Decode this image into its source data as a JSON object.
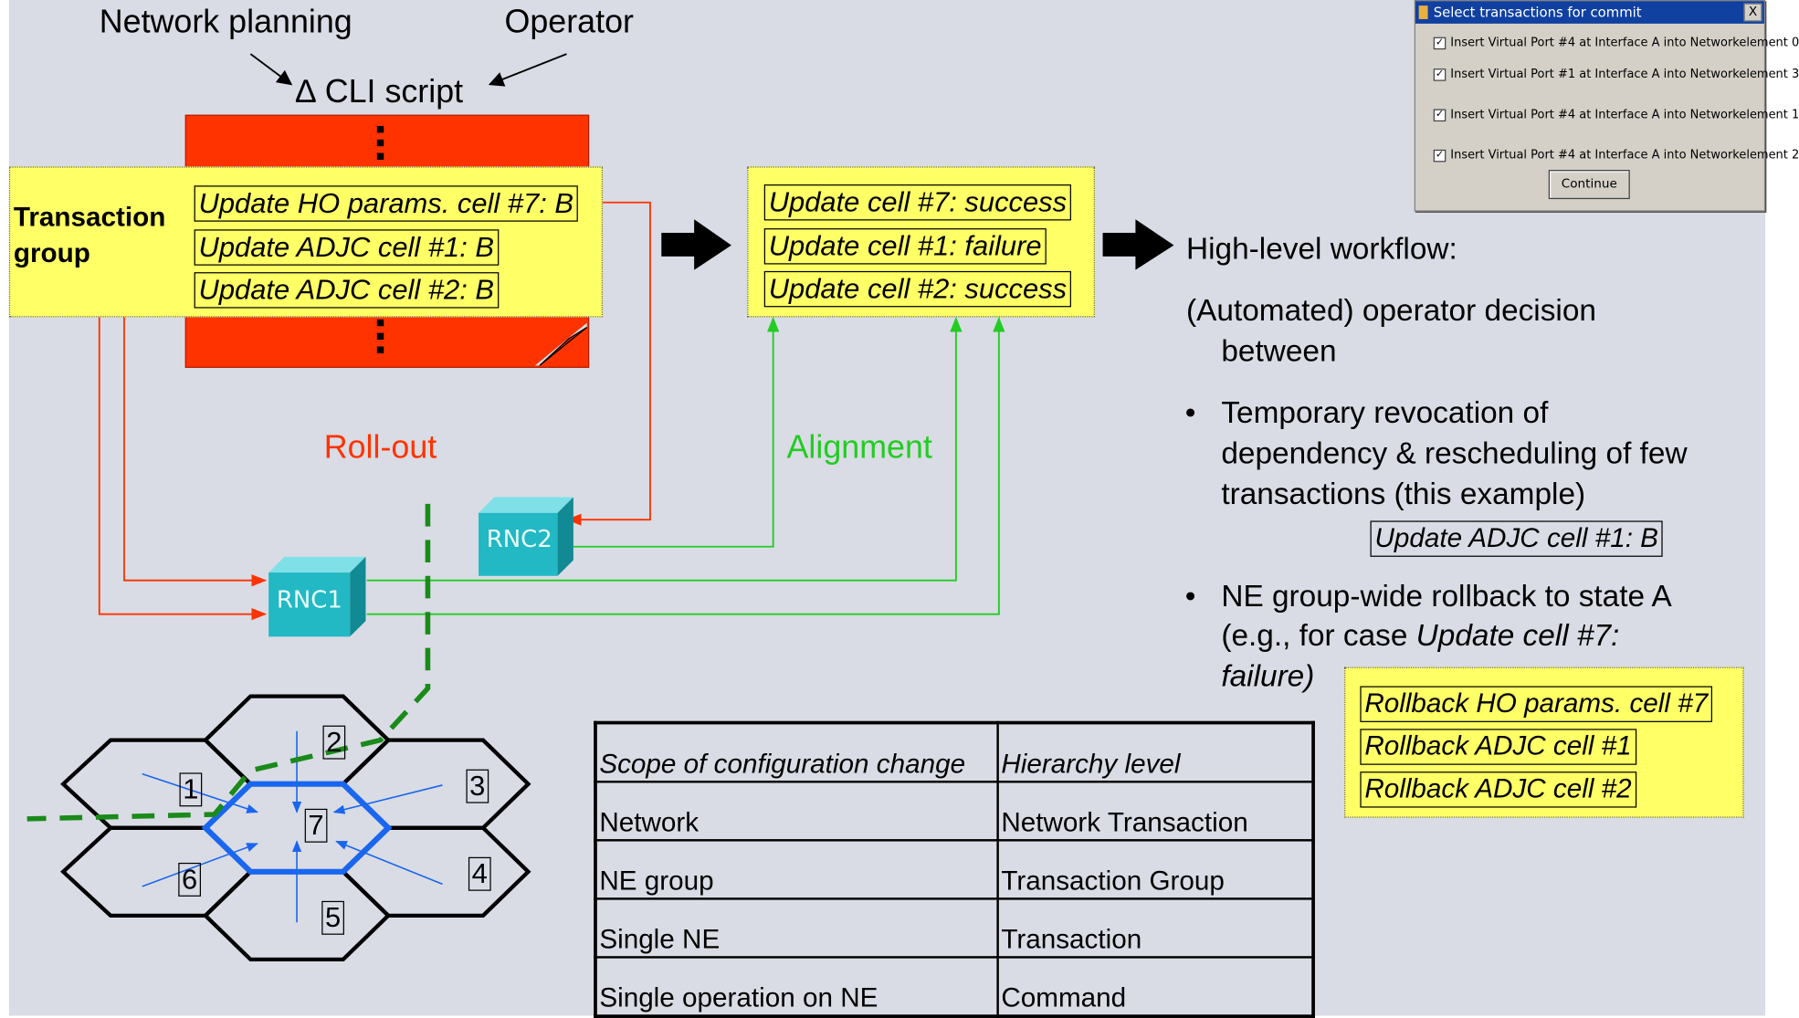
{
  "header": {
    "network_planning": "Network planning",
    "operator": "Operator",
    "cli_script": "∆ CLI script"
  },
  "transaction_group": {
    "label_line1": "Transaction",
    "label_line2": "group",
    "items": [
      "Update HO params. cell #7: B",
      "Update ADJC cell #1: B",
      "Update ADJC cell #2: B"
    ]
  },
  "results": {
    "items": [
      "Update cell #7: success",
      "Update cell #1: failure",
      "Update cell #2: success"
    ]
  },
  "labels": {
    "rollout": "Roll-out",
    "alignment": "Alignment",
    "rnc1": "RNC1",
    "rnc2": "RNC2"
  },
  "cells": [
    "1",
    "2",
    "3",
    "4",
    "5",
    "6",
    "7"
  ],
  "workflow": {
    "title": "High-level workflow:",
    "decision_line1": "(Automated) operator decision",
    "decision_line2": "between",
    "bullet1_lines": [
      "Temporary revocation of",
      "dependency & rescheduling of few",
      "transactions (this example)"
    ],
    "bullet1_box": "Update ADJC cell #1: B",
    "bullet2_line1": "NE group-wide rollback to state A",
    "bullet2_line2_prefix": "(e.g., for case ",
    "bullet2_line2_italic": "Update cell #7:",
    "bullet2_line3": "failure)",
    "rollback_items": [
      "Rollback HO params. cell #7",
      "Rollback ADJC cell #1",
      "Rollback ADJC cell #2"
    ]
  },
  "table": {
    "header": [
      "Scope of configuration change",
      "Hierarchy level"
    ],
    "rows": [
      [
        "Network",
        "Network Transaction"
      ],
      [
        "NE group",
        "Transaction Group"
      ],
      [
        "Single NE",
        "Transaction"
      ],
      [
        "Single operation on NE",
        "Command"
      ]
    ]
  },
  "dialog": {
    "title": "Select transactions for commit",
    "close": "X",
    "checked_mark": "✓",
    "items": [
      "Insert Virtual Port #4 at Interface A into Networkelement 0",
      "Insert Virtual Port #1 at Interface A into Networkelement 3",
      "Insert Virtual Port #4 at Interface A into Networkelement 1",
      "Insert Virtual Port #4 at Interface A into Networkelement 2"
    ],
    "continue_label": "Continue"
  },
  "colors": {
    "background": "#d9dce4",
    "highlight_box": "#ffff66",
    "script_page": "#ff3300",
    "rollout": "#ff3300",
    "alignment": "#22cc22",
    "rnc": "#22b8c4",
    "hex_center": "#1a66ee",
    "dashed_line": "#1a8a1a"
  }
}
